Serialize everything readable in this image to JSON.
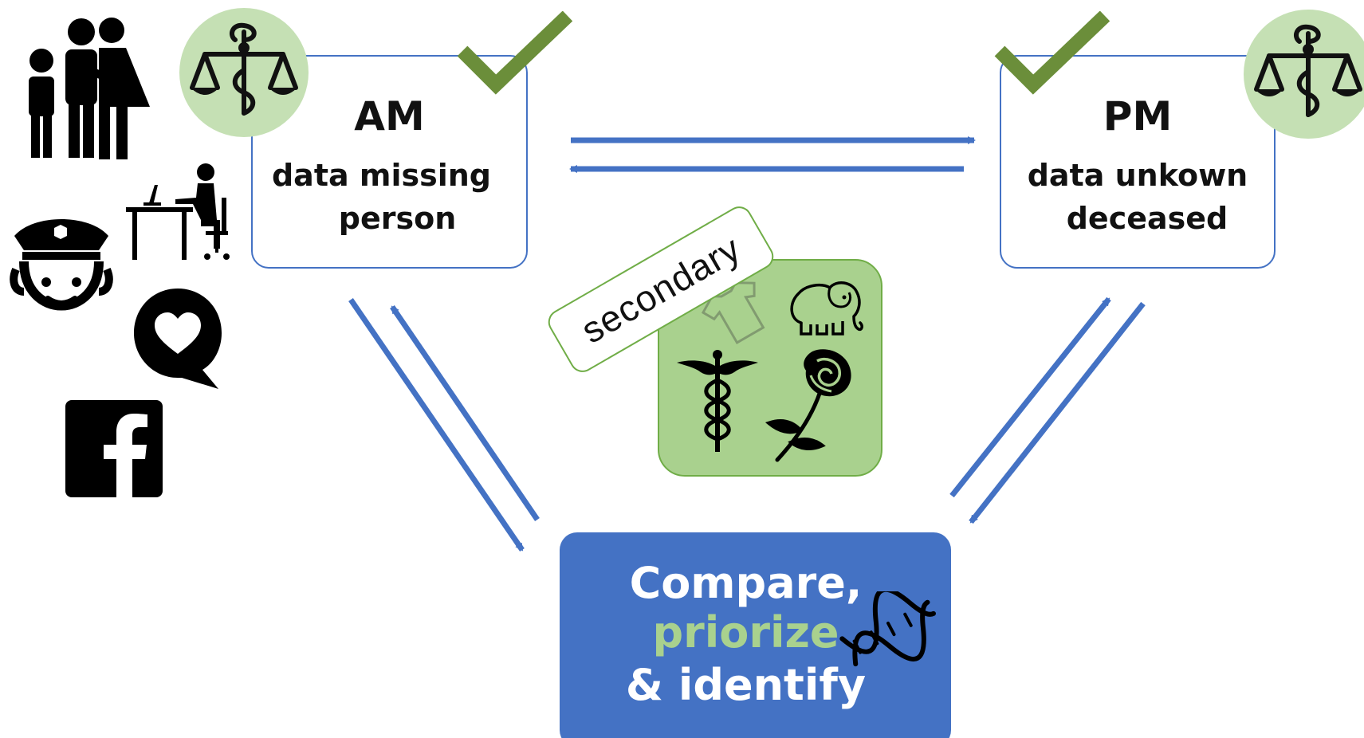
{
  "am_box": {
    "title": "AM",
    "line1": "data missing",
    "line2": "person"
  },
  "pm_box": {
    "title": "PM",
    "line1": "data unkown",
    "line2": "deceased"
  },
  "result_box": {
    "line1": "Compare,",
    "line2": "priorize",
    "line3": "& identify"
  },
  "secondary_label": "secondary",
  "colors": {
    "arrow_blue": "#4472c4",
    "box_border": "#4472c4",
    "check_green": "#6b8e3a",
    "badge_green": "#c5e0b4",
    "panel_green": "#a9d18e",
    "panel_border": "#70ad47",
    "priorize_green": "#a9d18e",
    "icon_black": "#000000"
  },
  "icons": {
    "am_sources": [
      "family-icon",
      "investigator-desk-icon",
      "police-officer-icon",
      "heart-speech-icon",
      "facebook-icon"
    ],
    "badges": [
      "forensic-medicine-scale-icon"
    ],
    "checkmarks": [
      "checkmark-icon"
    ],
    "secondary": [
      "tshirt-icon",
      "elephant-icon",
      "caduceus-icon",
      "rose-icon"
    ],
    "result": [
      "dna-icon"
    ]
  }
}
